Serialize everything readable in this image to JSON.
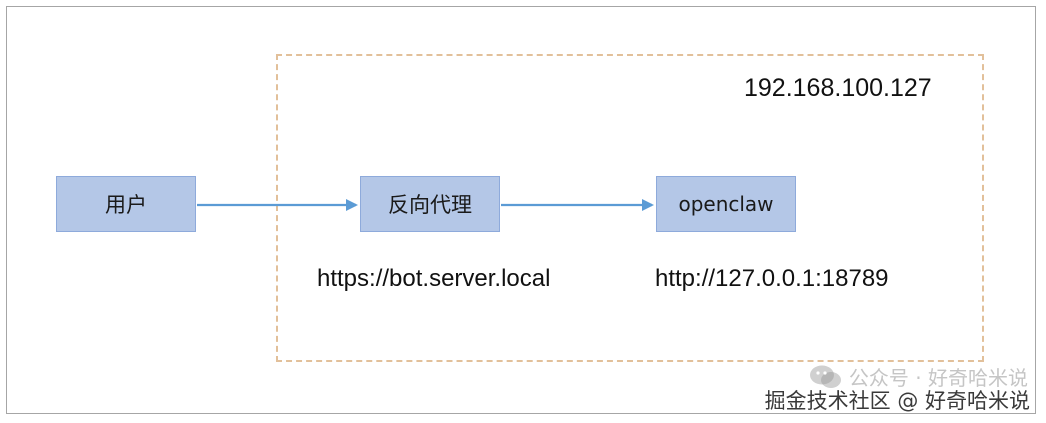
{
  "diagram": {
    "nodes": {
      "user": "用户",
      "proxy": "反向代理",
      "openclaw": "openclaw"
    },
    "labels": {
      "ip": "192.168.100.127",
      "proxy_url": "https://bot.server.local",
      "openclaw_url": "http://127.0.0.1:18789"
    },
    "colors": {
      "node_fill": "#b4c7e7",
      "node_border": "#8eaadb",
      "arrow": "#5b9bd5",
      "zone_border": "#e2c09a"
    }
  },
  "watermark": {
    "line1": "公众号 · 好奇哈米说",
    "line2": "掘金技术社区 @ 好奇哈米说",
    "icon": "wechat-icon"
  }
}
